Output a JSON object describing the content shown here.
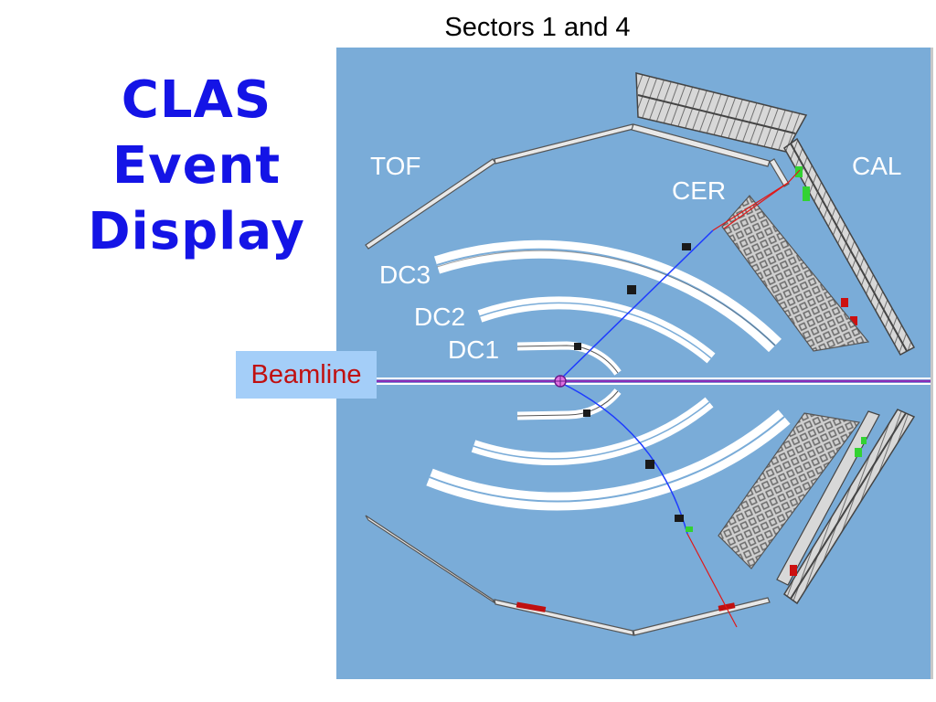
{
  "title_lines": [
    "CLAS",
    "Event",
    "Display"
  ],
  "caption": "Sectors 1 and 4",
  "labels": {
    "tof": "TOF",
    "cal": "CAL",
    "cer": "CER",
    "dc3": "DC3",
    "dc2": "DC2",
    "dc1": "DC1",
    "beamline": "Beamline"
  },
  "colors": {
    "title": "#1414e6",
    "panel": "#7aacd8",
    "track_blue": "#1e3cff",
    "track_red": "#e01818",
    "beamline": "#8a2bb8",
    "hit_green": "#32d232",
    "hit_red": "#cc1010"
  }
}
